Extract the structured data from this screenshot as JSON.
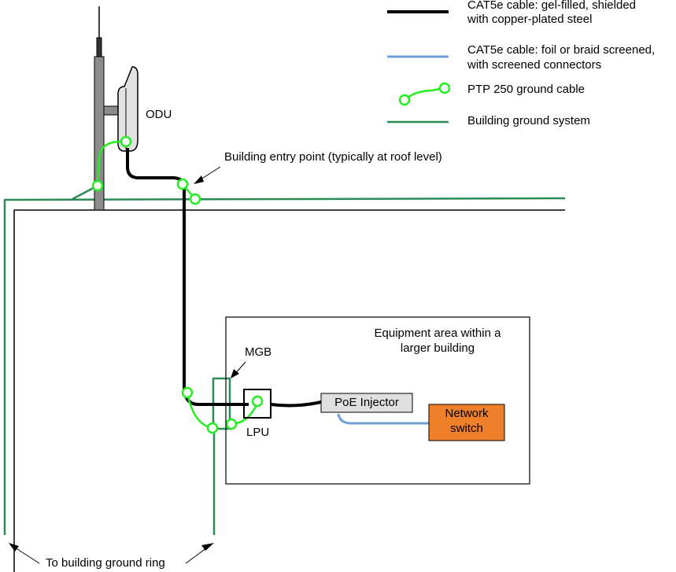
{
  "legend": {
    "black_cable": [
      "CAT5e cable: gel-filled, shielded",
      "with copper-plated steel"
    ],
    "blue_cable": [
      "CAT5e cable: foil or braid screened,",
      "with screened connectors"
    ],
    "green_ground": "PTP 250 ground cable",
    "building_ground": "Building ground system"
  },
  "labels": {
    "odu": "ODU",
    "entry_point": "Building entry point (typically at roof level)",
    "equipment_area": [
      "Equipment area within a",
      "larger building"
    ],
    "mgb": "MGB",
    "lpu": "LPU",
    "poe_injector": "PoE Injector",
    "network_switch": [
      "Network",
      "switch"
    ],
    "ground_ring": "To building ground ring"
  },
  "colors": {
    "black_cable": "#000000",
    "blue_cable": "#6f9fd8",
    "green_ground": "#22ee22",
    "building_ground": "#2e8b57",
    "switch_fill": "#f07f2a",
    "injector_fill": "#e0e0e0",
    "mast": "#8c8c8c"
  }
}
